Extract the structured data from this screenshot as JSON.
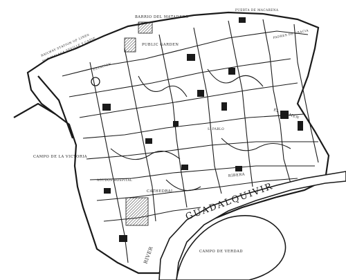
{
  "labels": {
    "barrio_matadero": "BARRIO DEL MATADERO",
    "puerta_macarena": "PUERTA DE MACARENA",
    "rail_station": "RAILWAY STATION OF LINES",
    "rail_station_2": "FOR MALAGA SEVILLE Y CADIZ",
    "public_garden": "PUBLIC GARDEN",
    "padres_gracia": "PADRES DE GRACIA",
    "el_carmen": "EL CARMEN",
    "campo_victoria": "CAMPO DE LA VICTORIA",
    "cathedral": "CATHEDRAL",
    "agudos_hospital": "AGUDOS HOSPITAL",
    "river": "RIVER",
    "guadalquivir": "GUADALQUIVIR",
    "campo_verdad": "CAMPO DE VERDAD",
    "estacion": "ESTACION",
    "san_pablo": "S. PABLO",
    "ribera": "RIBERA"
  },
  "colors": {
    "ink": "#1a1a1a",
    "paper": "#ffffff"
  }
}
